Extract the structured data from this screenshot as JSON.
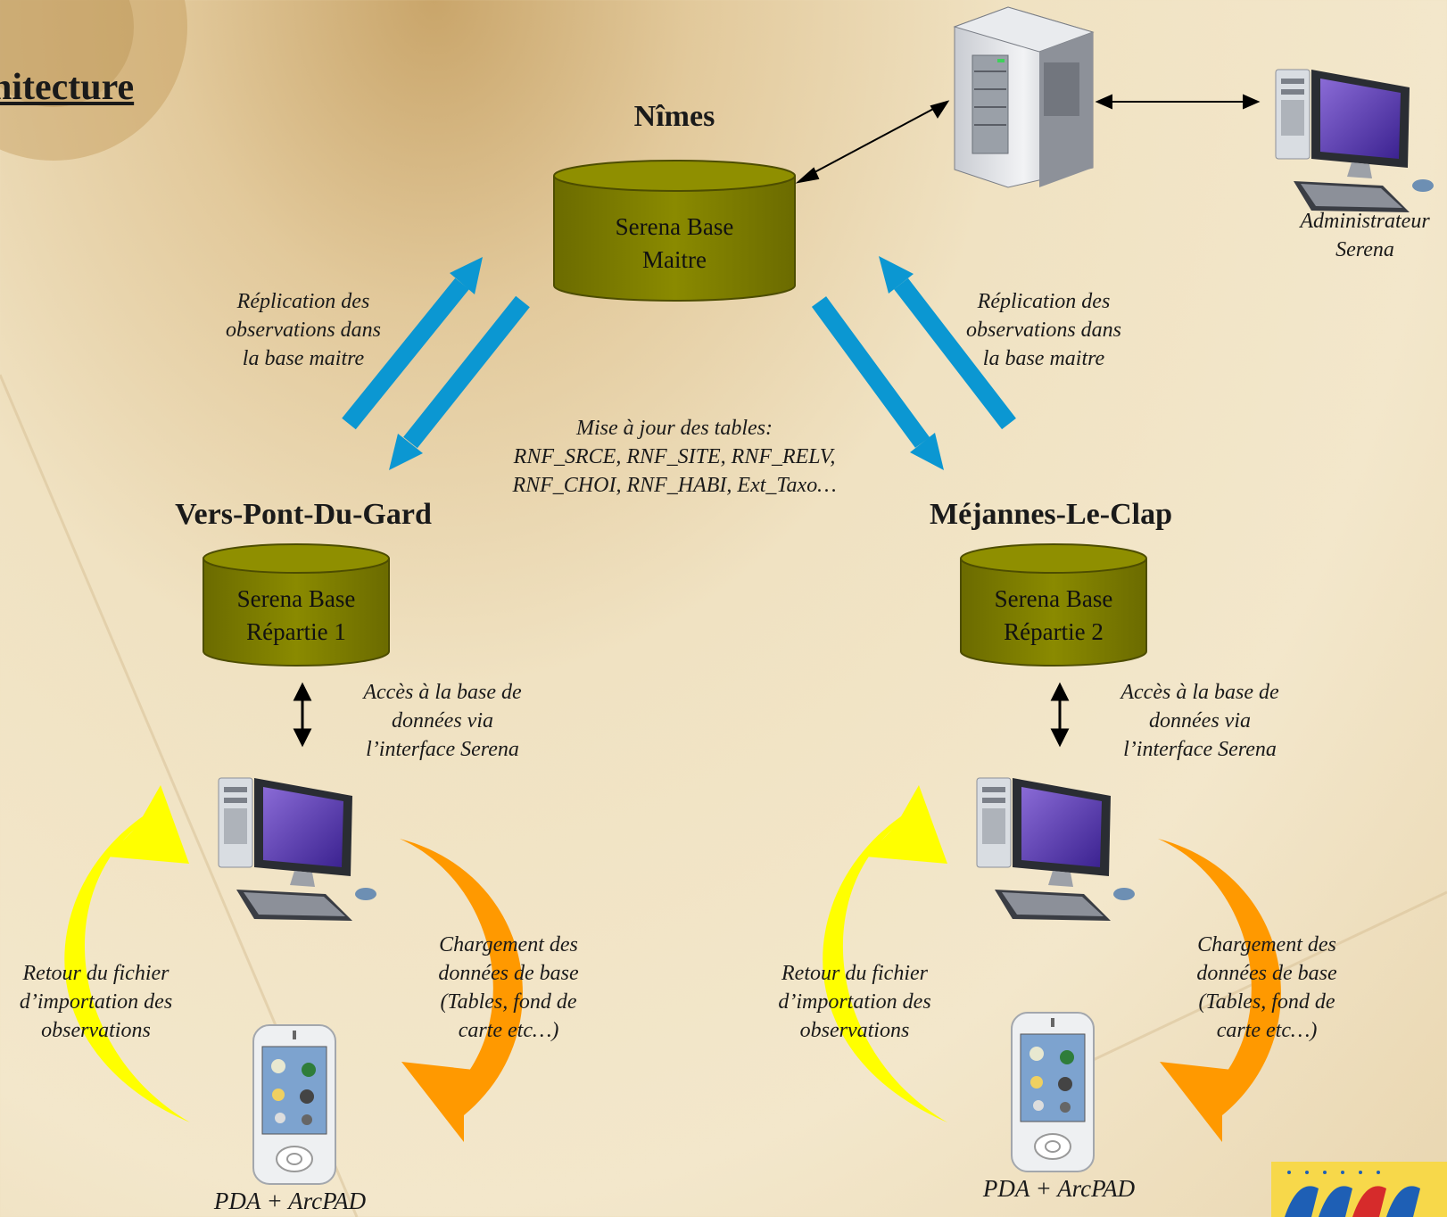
{
  "title": "hitecture",
  "nodes": {
    "nimes": {
      "site": "Nîmes",
      "db_line1": "Serena Base",
      "db_line2": "Maitre"
    },
    "vers": {
      "site": "Vers-Pont-Du-Gard",
      "db_line1": "Serena Base",
      "db_line2": "Répartie 1"
    },
    "mejannes": {
      "site": "Méjannes-Le-Clap",
      "db_line1": "Serena Base",
      "db_line2": "Répartie 2"
    }
  },
  "admin": {
    "line1": "Administrateur",
    "line2": "Serena"
  },
  "replication_left": {
    "line1": "Réplication des",
    "line2": "observations dans",
    "line3": "la base maitre"
  },
  "replication_right": {
    "line1": "Réplication des",
    "line2": "observations dans",
    "line3": "la base maitre"
  },
  "update": {
    "line1": "Mise à jour des tables:",
    "line2": "RNF_SRCE, RNF_SITE, RNF_RELV,",
    "line3": "RNF_CHOI, RNF_HABI, Ext_Taxo…"
  },
  "access_left": {
    "line1": "Accès à la base de",
    "line2": "données via",
    "line3": "l’interface Serena"
  },
  "access_right": {
    "line1": "Accès à la base de",
    "line2": "données via",
    "line3": "l’interface Serena"
  },
  "return_left": {
    "line1": "Retour du fichier",
    "line2": "d’importation des",
    "line3": "observations"
  },
  "return_right": {
    "line1": "Retour du fichier",
    "line2": "d’importation des",
    "line3": "observations"
  },
  "load_left": {
    "line1": "Chargement des",
    "line2": "données de base",
    "line3": "(Tables, fond de",
    "line4": "carte etc…)"
  },
  "load_right": {
    "line1": "Chargement des",
    "line2": "données de base",
    "line3": "(Tables, fond de",
    "line4": "carte etc…)"
  },
  "pda_left": "PDA + ArcPAD",
  "pda_right": "PDA + ArcPAD",
  "colors": {
    "db_fill": "#808000",
    "replication_arrow": "#0b97d2",
    "return_arrow": "#ffff00",
    "load_arrow": "#ff9900"
  }
}
